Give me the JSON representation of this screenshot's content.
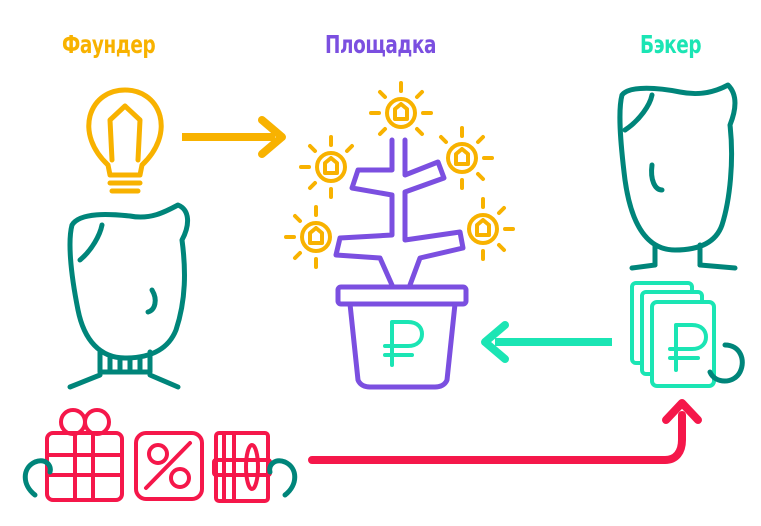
{
  "labels": {
    "founder": "Фаундер",
    "platform": "Площадка",
    "backer": "Бэкер"
  },
  "colors": {
    "founder": "#F8B200",
    "platform": "#7B4FE0",
    "backer": "#1BE5B4",
    "person": "#00857A",
    "rewards": "#F5174A"
  },
  "icons": [
    "lightbulb-icon",
    "founder-person-icon",
    "money-tree-pot-icon",
    "coin-icon",
    "backer-person-icon",
    "money-stack-icon",
    "gift-icon",
    "discount-icon",
    "gift-card-icon"
  ]
}
